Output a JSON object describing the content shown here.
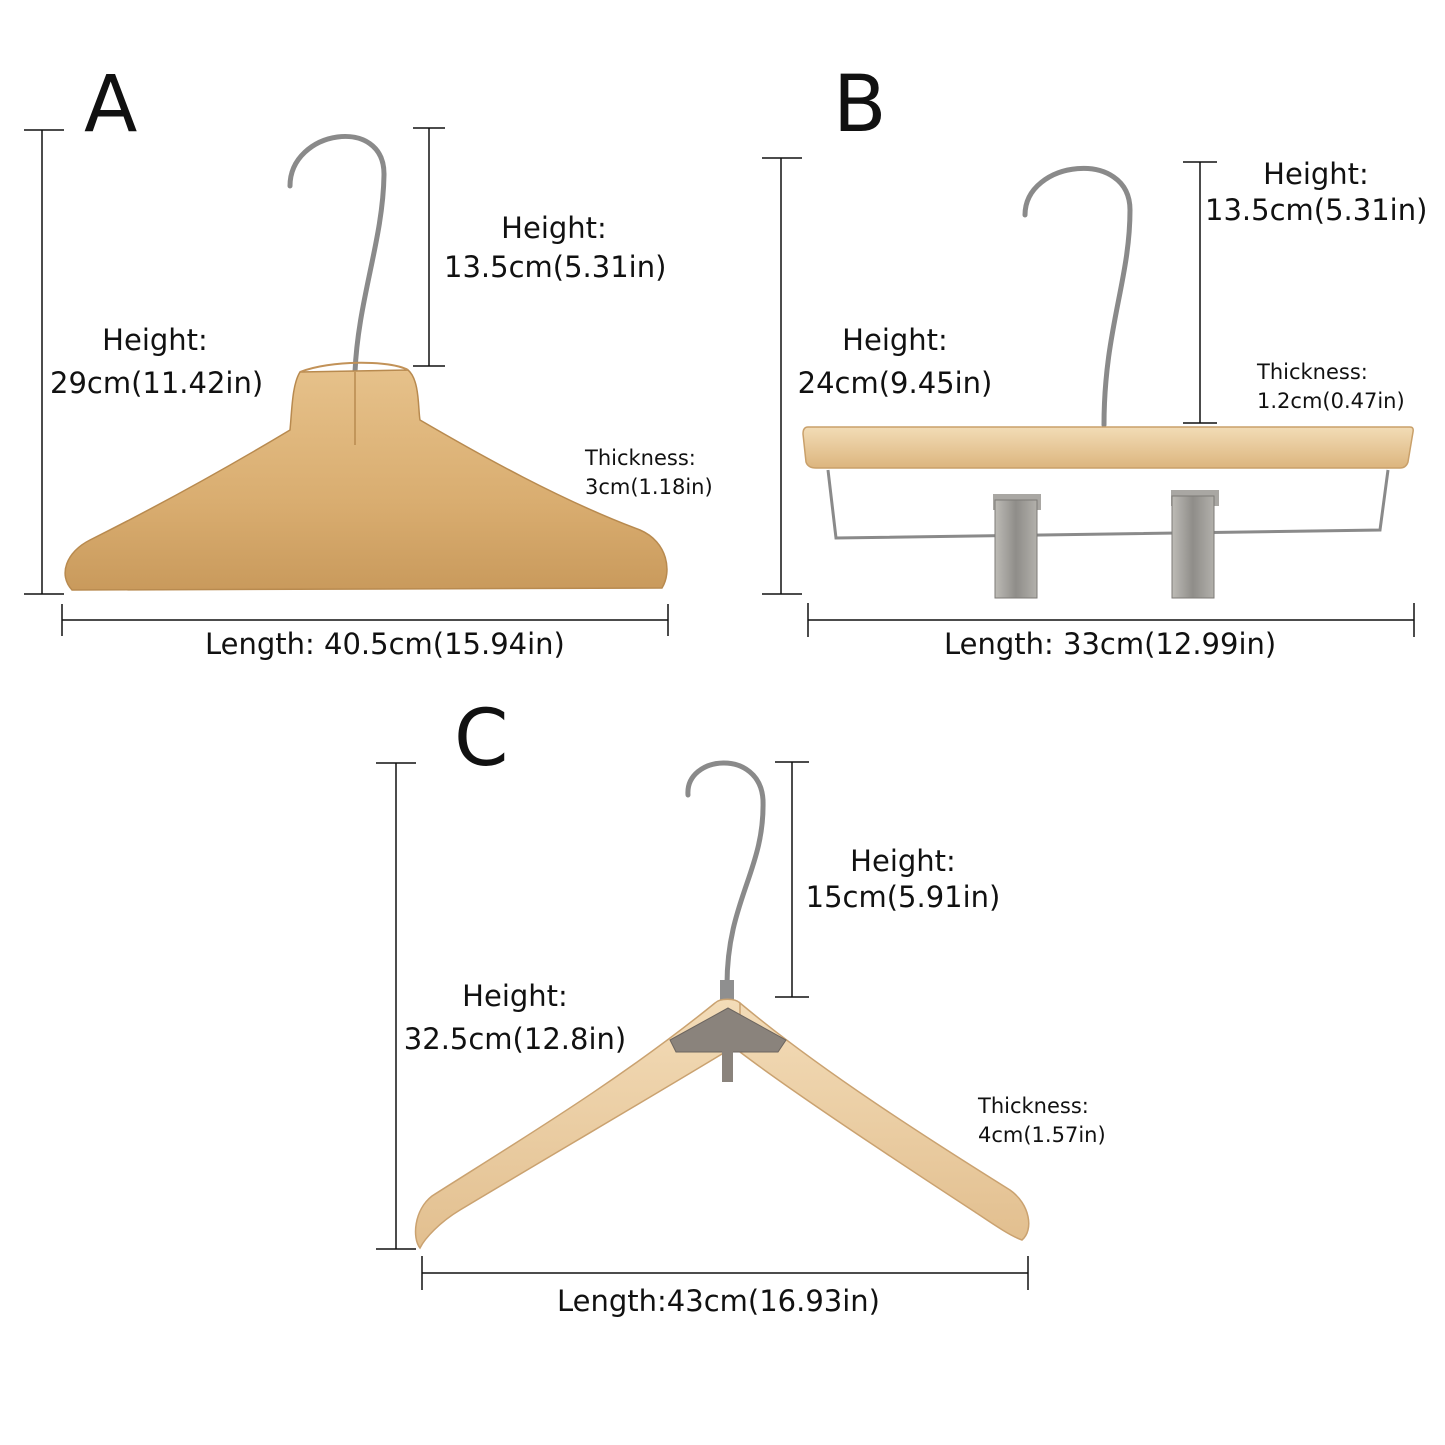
{
  "panels": {
    "a": {
      "letter": "A",
      "total_height_label": "Height:",
      "total_height_value": "29cm(11.42in)",
      "hook_height_label": "Height:",
      "hook_height_value": "13.5cm(5.31in)",
      "thickness_label": "Thickness:",
      "thickness_value": "3cm(1.18in)",
      "length": "Length: 40.5cm(15.94in)"
    },
    "b": {
      "letter": "B",
      "total_height_label": "Height:",
      "total_height_value": "24cm(9.45in)",
      "hook_height_label": "Height:",
      "hook_height_value": "13.5cm(5.31in)",
      "thickness_label": "Thickness:",
      "thickness_value": "1.2cm(0.47in)",
      "length": "Length: 33cm(12.99in)"
    },
    "c": {
      "letter": "C",
      "total_height_label": "Height:",
      "total_height_value": "32.5cm(12.8in)",
      "hook_height_label": "Height:",
      "hook_height_value": "15cm(5.91in)",
      "thickness_label": "Thickness:",
      "thickness_value": "4cm(1.57in)",
      "length": "Length:43cm(16.93in)"
    }
  },
  "colors": {
    "wood": "#ddb47a",
    "wood_dark": "#c99a5c",
    "wood_light": "#f0d6ae",
    "metal": "#8e8e8e",
    "clip": "#9a9894",
    "lines": "#111111"
  }
}
